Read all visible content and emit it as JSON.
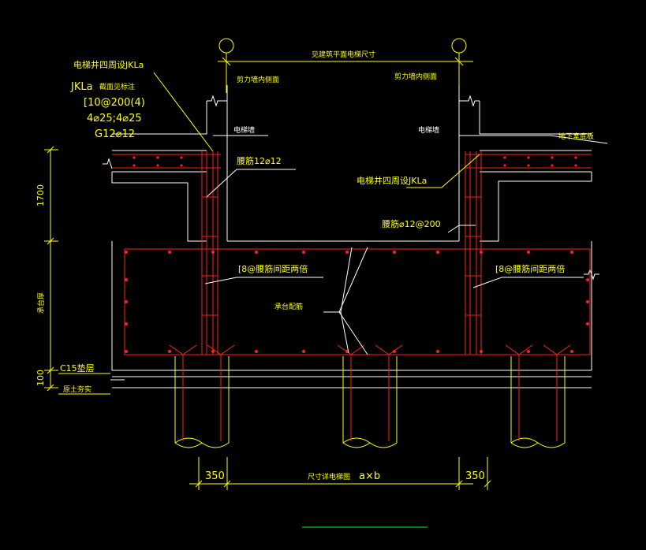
{
  "labels": {
    "top_dim": "见建筑平面电梯尺寸",
    "shear_wall_left": "剪力墙内侧面",
    "shear_wall_right": "剪力墙内侧面",
    "elevator_wall_left": "电梯墙",
    "elevator_wall_right": "电梯墙",
    "basement_floor": "地下室底板",
    "pit_beam_left": "电梯井四周设JKLa",
    "beam_spec_title": "JKLa",
    "beam_spec_note": "截面见标注",
    "beam_stirrup": "[10@200(4)",
    "beam_main_bars": "4⌀25;4⌀25",
    "beam_side_bars": "G12⌀12",
    "tie_bar_left": "腰筋12⌀12",
    "pit_beam_right": "电梯井四周设JKLa",
    "tie_bar_right": "腰筋⌀12@200",
    "stirrup_left": "[8@腰筋间距两倍",
    "stirrup_right": "[8@腰筋间距两倍",
    "cap_rebar": "承台配筋",
    "dim_1700": "1700",
    "dim_cap_thk": "承台厚",
    "dim_100": "100",
    "c15_label": "C15垫层",
    "soil_label": "原土夯实",
    "dim_350_left": "350",
    "dim_elevator": "尺寸详电梯图",
    "dim_axb": "a×b",
    "dim_350_right": "350"
  },
  "colors": {
    "background": "#000000",
    "text": "#ffff00",
    "outline": "#ffffff",
    "rebar": "#ff2020",
    "accent": "#00ff00"
  }
}
